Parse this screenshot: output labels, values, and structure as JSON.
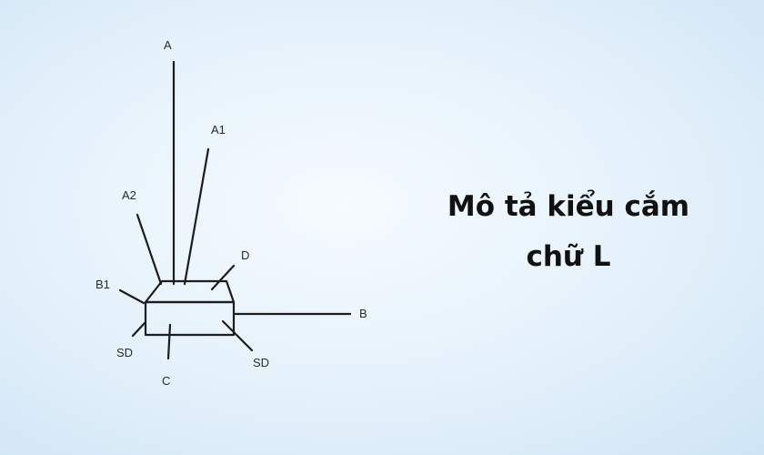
{
  "caption": {
    "line1": "Mô tả kiểu cắm",
    "line2": "chữ L"
  },
  "labels": {
    "A": "A",
    "A1": "A1",
    "A2": "A2",
    "D": "D",
    "B1": "B1",
    "B": "B",
    "SD_left": "SD",
    "SD_right": "SD",
    "C": "C"
  },
  "colors": {
    "background": "#e4f1fb",
    "ink": "#1c1c1c"
  }
}
